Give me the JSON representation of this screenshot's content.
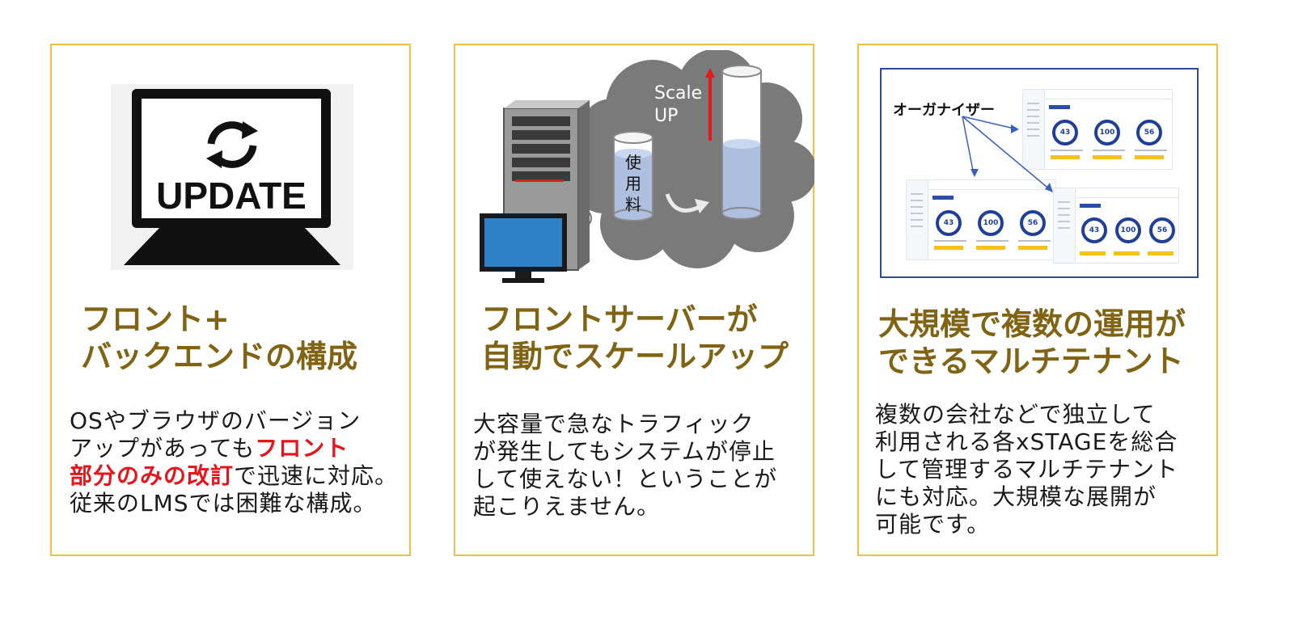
{
  "cards": [
    {
      "illustration": {
        "icon": "laptop-update-icon",
        "screen_text": "UPDATE"
      },
      "title_line1": "フロント+",
      "title_line2": "バックエンドの構成",
      "body_line1": "OSやブラウザのバージョン",
      "body_line2_pre": "アップがあっても",
      "body_line2_hl": "フロント",
      "body_line3_hl": "部分のみの改訂",
      "body_line3_post": "で迅速に対応。",
      "body_line4": "従来のLMSでは困難な構成。"
    },
    {
      "illustration": {
        "icon": "server-cloud-icon",
        "scale_line1": "Scale",
        "scale_line2": "UP",
        "usage_chars": [
          "使",
          "用",
          "料"
        ]
      },
      "title_line1": "フロントサーバーが",
      "title_line2": "自動でスケールアップ",
      "body_lines": [
        "大容量で急なトラフィック",
        "が発生してもシステムが停止",
        "して使えない！ということが",
        "起こりえません。"
      ]
    },
    {
      "illustration": {
        "icon": "multi-tenant-screenshot-icon",
        "organizer_label": "オーガナイザー",
        "gauge_values": [
          "43",
          "100",
          "56"
        ]
      },
      "title_line1": "大規模で複数の運用が",
      "title_line2": "できるマルチテナント",
      "body_lines": [
        "複数の会社などで独立して",
        "利用される各xSTAGEを総合",
        "して管理するマルチテナント",
        "にも対応。大規模な展開が",
        "可能です。"
      ]
    }
  ],
  "colors": {
    "border": "#f0c040",
    "title": "#806414",
    "highlight": "#e8141c",
    "text": "#1a1a1a"
  }
}
